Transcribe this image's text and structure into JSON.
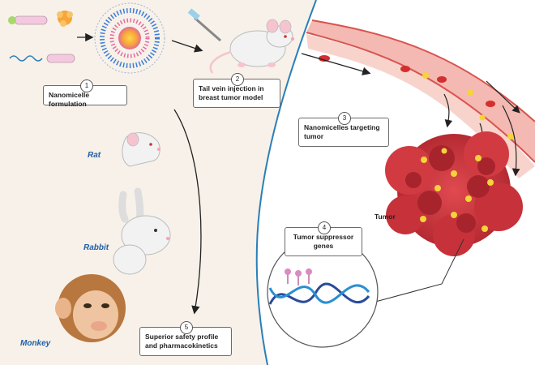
{
  "steps": [
    {
      "number": "1",
      "label": "Nanomicelle formulation"
    },
    {
      "number": "2",
      "label_line1": "Tail vein injection in",
      "label_line2": "breast tumor model"
    },
    {
      "number": "3",
      "label_line1": "Nanomicelles targeting",
      "label_line2": "tumor"
    },
    {
      "number": "4",
      "label_line1": "Tumor suppressor",
      "label_line2": "genes"
    },
    {
      "number": "5",
      "label_line1": "Superior safety profile",
      "label_line2": "and pharmacokinetics"
    }
  ],
  "animals": {
    "rat": "Rat",
    "rabbit": "Rabbit",
    "monkey": "Monkey"
  },
  "tumor_label": "Tumor",
  "colors": {
    "left_panel_bg": "#f7f1e9",
    "divider_blue": "#2a7fb8",
    "vessel_red": "#d9534f",
    "tumor_red": "#c8323a",
    "nanoparticle_yellow": "#f5d33b",
    "label_blue": "#1f5fa8"
  }
}
